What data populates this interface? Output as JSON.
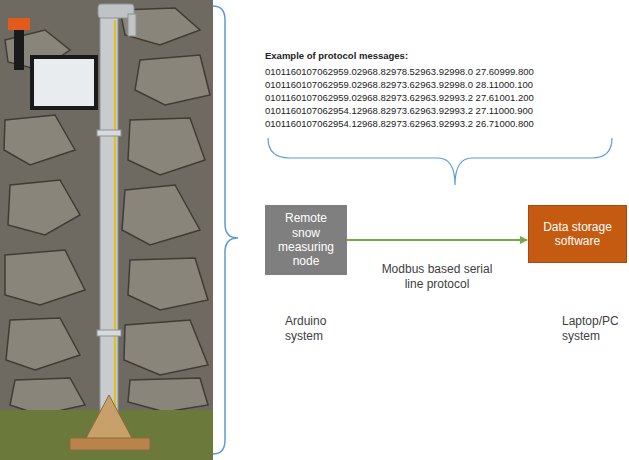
{
  "diagram": {
    "nodes": [
      {
        "text": [
          "Remote snow measuring node"
        ]
      },
      {
        "text": [
          "Data storage software"
        ]
      }
    ],
    "edges": [
      {
        "from": 0,
        "to": 1,
        "arrow": "to",
        "label": "Modbus based serial line protocol"
      }
    ],
    "labels": [
      "Example of protocol messages:",
      "0101160107062959.02968.82978.52963.92998.0 27.60999.800",
      "0101160107062959.02968.82973.62963.92998.0 28.11000.100",
      "0101160107062959.02968.82973.62963.92993.2 27.61001.200",
      "0101160107062954.12968.82973.62963.92993.2 27.11000.900",
      "0101160107062954.12968.82973.62963.92993.2 26.71000.800",
      "Arduino system",
      "Laptop/PC system"
    ]
  }
}
